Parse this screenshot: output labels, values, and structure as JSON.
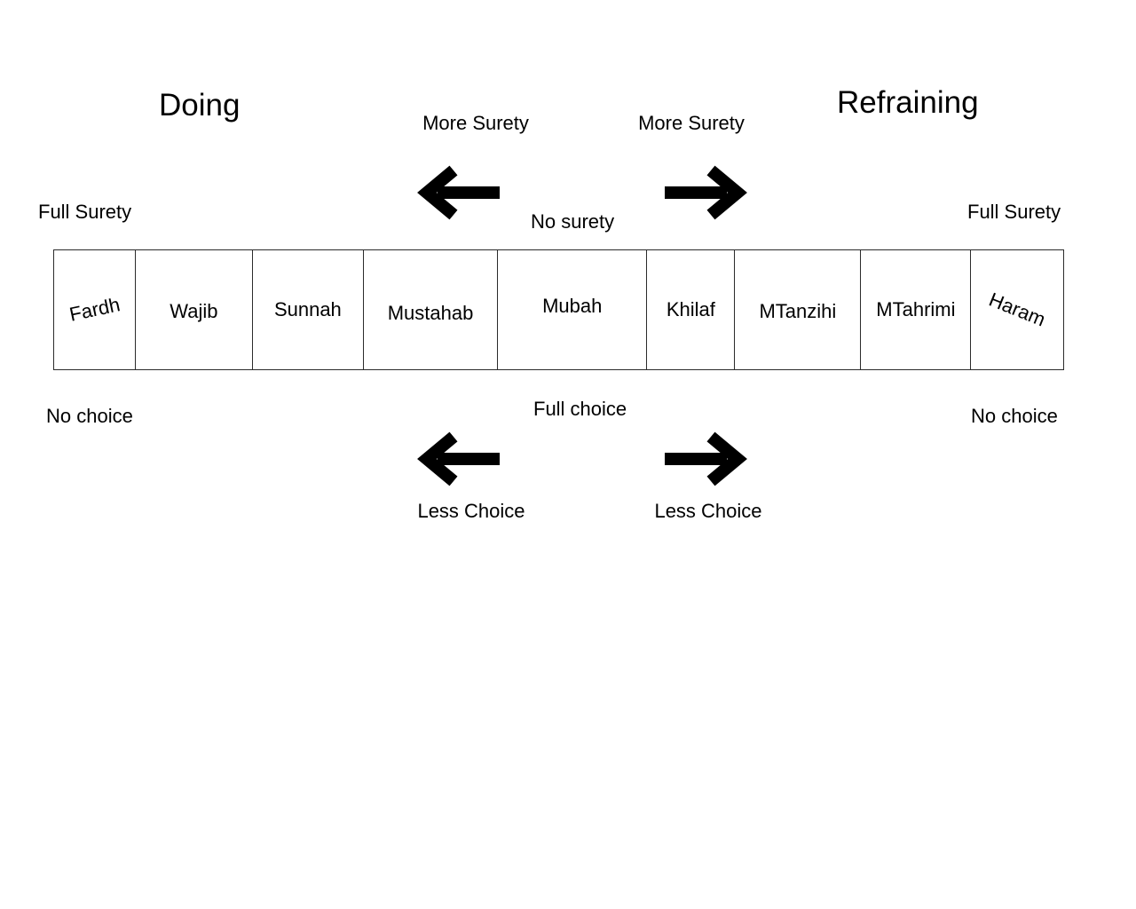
{
  "diagram": {
    "titles": {
      "doing": "Doing",
      "refraining": "Refraining"
    },
    "surety_axis": {
      "full_surety_left": "Full Surety",
      "more_surety_left": "More Surety",
      "no_surety": "No surety",
      "more_surety_right": "More Surety",
      "full_surety_right": "Full Surety"
    },
    "choice_axis": {
      "no_choice_left": "No choice",
      "less_choice_left": "Less Choice",
      "full_choice": "Full choice",
      "less_choice_right": "Less Choice",
      "no_choice_right": "No choice"
    },
    "spectrum": {
      "cells": [
        {
          "label": "Fardh"
        },
        {
          "label": "Wajib"
        },
        {
          "label": "Sunnah"
        },
        {
          "label": "Mustahab"
        },
        {
          "label": "Mubah"
        },
        {
          "label": "Khilaf"
        },
        {
          "label": "MTanzihi"
        },
        {
          "label": "MTahrimi"
        },
        {
          "label": "Haram"
        }
      ]
    },
    "icons": {
      "top_left": "arrow-left-icon",
      "top_right": "arrow-right-icon",
      "bottom_left": "arrow-left-icon",
      "bottom_right": "arrow-right-icon"
    },
    "colors": {
      "background": "#ffffff",
      "text": "#000000",
      "border": "#2b2b2b",
      "arrow": "#000000"
    }
  }
}
